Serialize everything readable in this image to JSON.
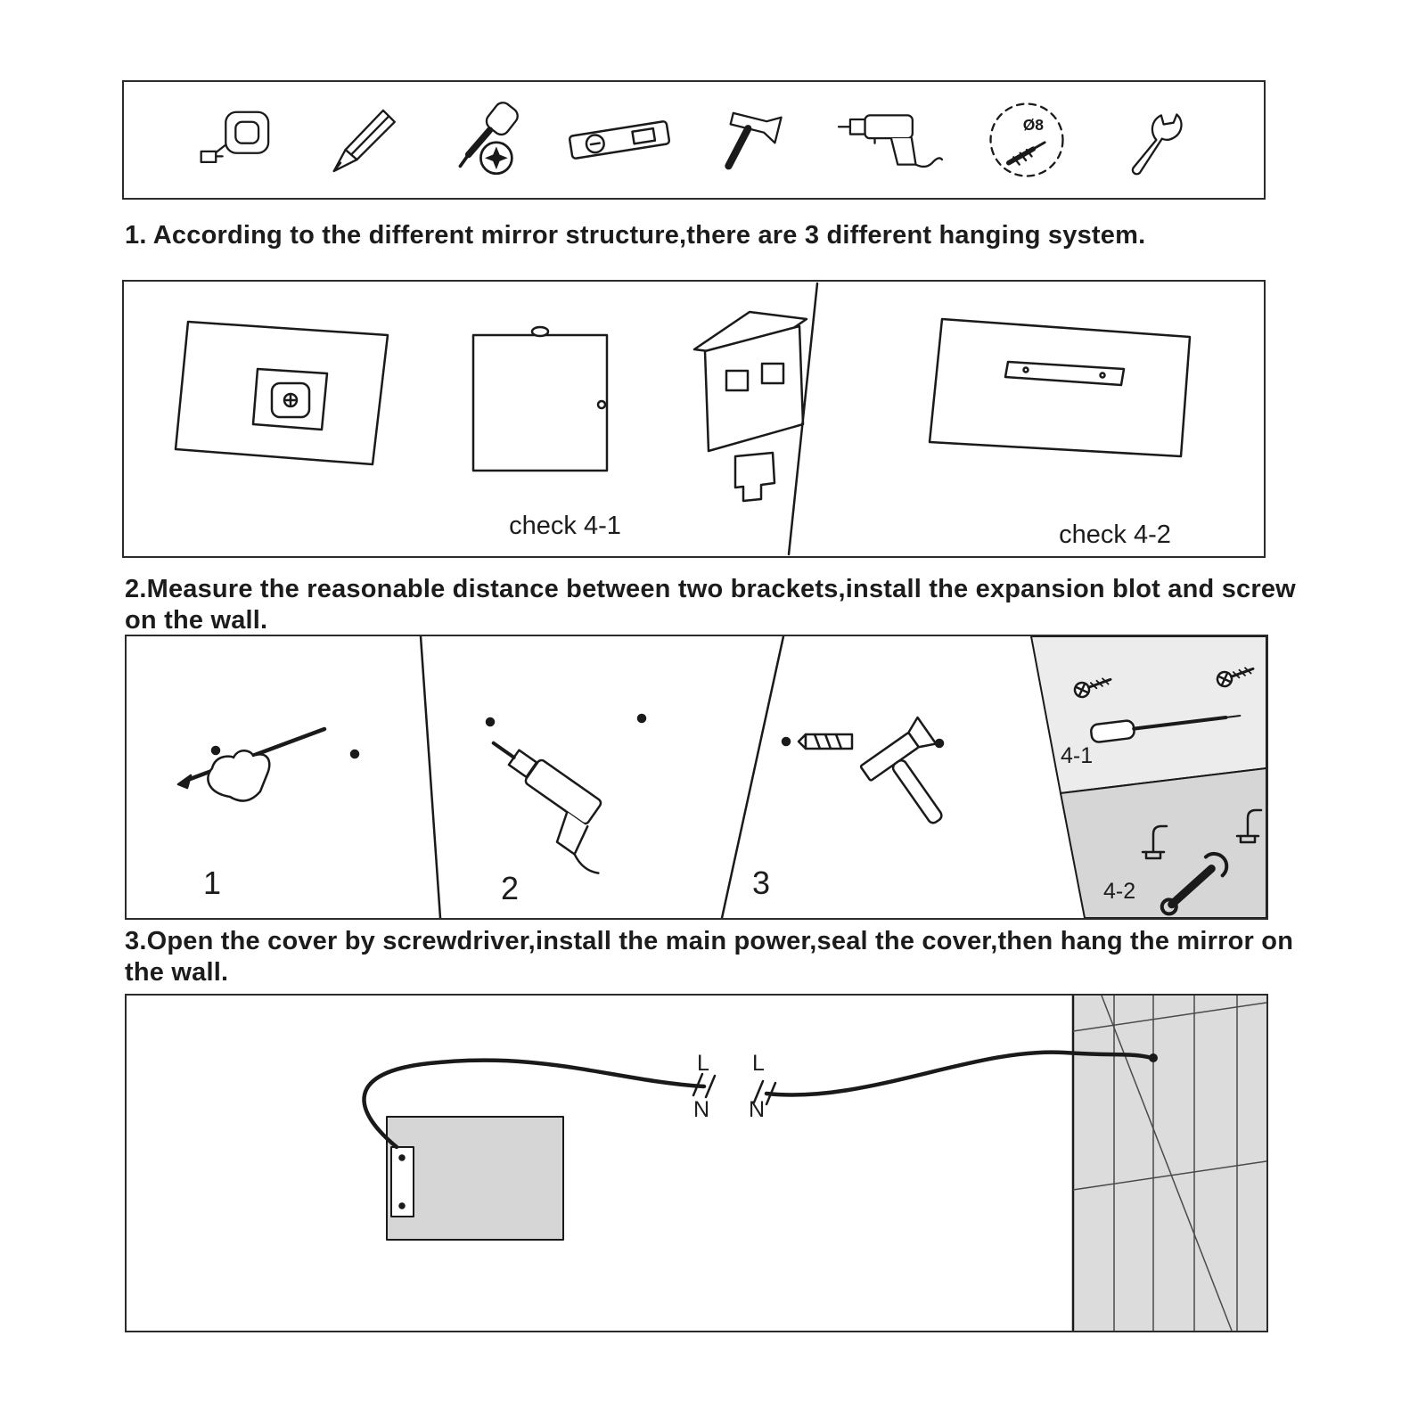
{
  "doc": {
    "steps": [
      {
        "lines": [
          "1. According to the different mirror structure,there are 3 different hanging system."
        ]
      },
      {
        "lines": [
          "2.Measure the reasonable distance between two brackets,install the expansion blot and screw",
          "on the wall."
        ]
      },
      {
        "lines": [
          "3.Open the cover by screwdriver,install the main power,seal the cover,then hang the mirror on",
          "the wall."
        ]
      }
    ]
  },
  "tools": {
    "drill_bit_diameter": "Ø8",
    "icon_names": [
      "tape-measure",
      "pencil",
      "phillips-screwdriver",
      "spirit-level",
      "hammer",
      "electric-drill",
      "drill-bit",
      "wrench"
    ]
  },
  "hanging_systems": {
    "check_4_1": "check 4-1",
    "check_4_2": "check 4-2"
  },
  "wall_mounting": {
    "panel_labels": [
      "1",
      "2",
      "3"
    ],
    "detail_labels": [
      "4-1",
      "4-2"
    ]
  },
  "wiring": {
    "terminal_left": {
      "l": "L",
      "n": "N"
    },
    "terminal_right": {
      "l": "L",
      "n": "N"
    }
  }
}
